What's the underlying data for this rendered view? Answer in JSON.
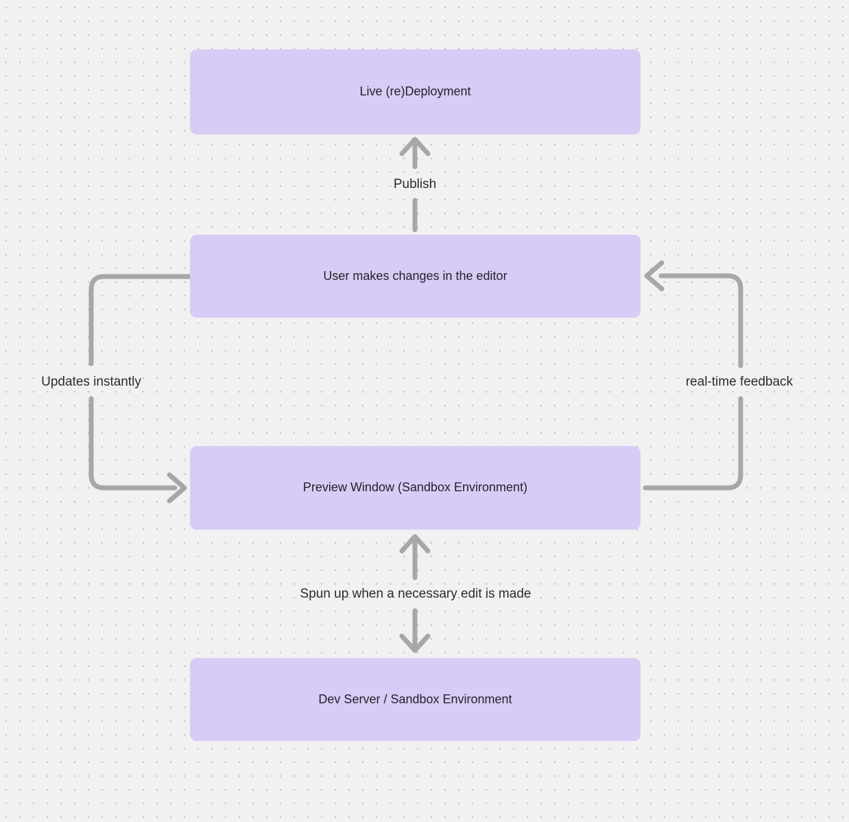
{
  "nodes": [
    {
      "label": "Live (re)Deployment"
    },
    {
      "label": "User makes changes in the editor"
    },
    {
      "label": "Preview Window (Sandbox Environment)"
    },
    {
      "label": "Dev Server / Sandbox Environment"
    }
  ],
  "edges": [
    {
      "label": "Publish",
      "from": "User makes changes in the editor",
      "to": "Live (re)Deployment",
      "direction": "up"
    },
    {
      "label": "Updates instantly",
      "from": "User makes changes in the editor",
      "to": "Preview Window (Sandbox Environment)",
      "direction": "down-left-loop"
    },
    {
      "label": "real-time feedback",
      "from": "Preview Window (Sandbox Environment)",
      "to": "User makes changes in the editor",
      "direction": "up-right-loop"
    },
    {
      "label": "Spun up when a necessary edit is made",
      "from": "Dev Server / Sandbox Environment",
      "to": "Preview Window (Sandbox Environment)",
      "bidirectional": true
    }
  ],
  "colors": {
    "background": "#f2f1f1",
    "grid_dot": "#c9c7c7",
    "node_fill": "#d7ccf6",
    "node_text": "#242229",
    "arrow": "#a8a6a6",
    "label_text": "#2c2a31"
  }
}
